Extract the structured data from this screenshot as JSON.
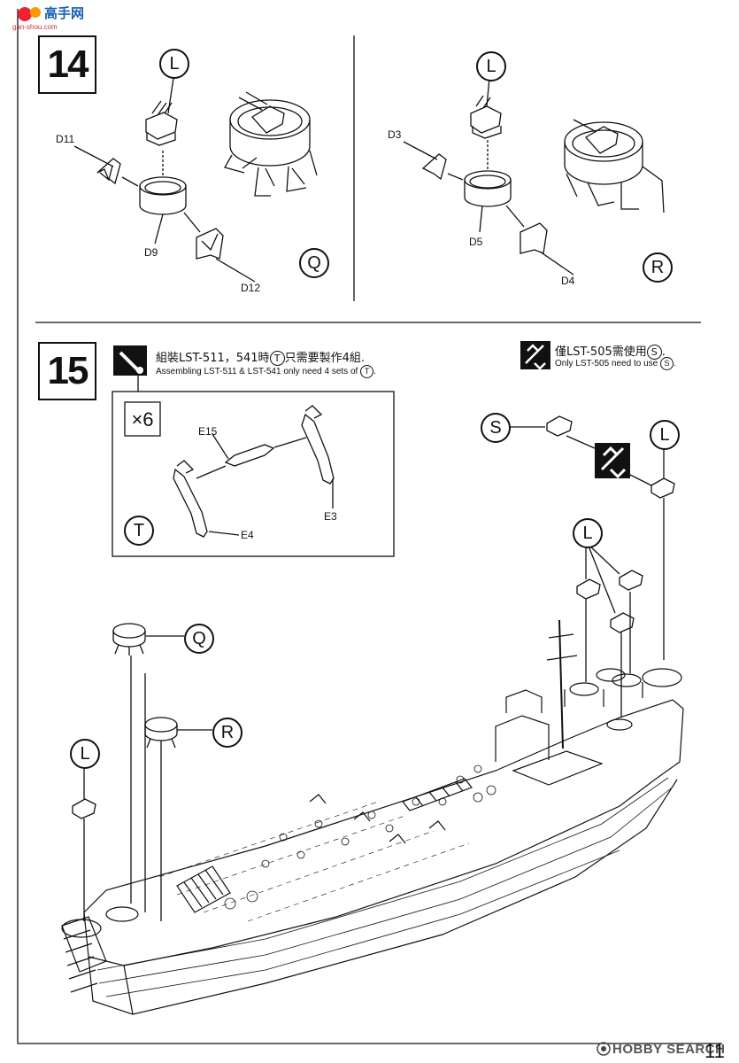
{
  "header": {
    "logo_text": "高手网",
    "logo_url_text": "gan-shou.com"
  },
  "step14": {
    "number": "14",
    "callout_L": "L",
    "left_parts": [
      "D11",
      "D9",
      "D12"
    ],
    "left_variant": "Q",
    "right_callout_L": "L",
    "right_parts": [
      "D3",
      "D5",
      "D4"
    ],
    "right_variant": "R"
  },
  "step15": {
    "number": "15",
    "note_cn_prefix": "組裝LST-511，541時",
    "note_cn_circle": "T",
    "note_cn_suffix": "只需要製作4組.",
    "note_en_prefix": "Assembling LST-511 & LST-541 only need 4 sets of",
    "note_en_circle": "T",
    "note_en_suffix": ".",
    "only_cn_prefix": "僅LST-505需使用",
    "only_cn_circle": "S",
    "only_cn_suffix": ".",
    "only_en_prefix": "Only LST-505 need to use",
    "only_en_circle": "S",
    "only_en_suffix": ".",
    "subassembly": {
      "multiplier": "×6",
      "parts": [
        "E15",
        "E3",
        "E4"
      ],
      "label": "T"
    },
    "callouts": [
      "S",
      "L",
      "L",
      "Q",
      "R",
      "L"
    ]
  },
  "footer": {
    "brand": "HOBBY SEARCH",
    "page_number": "11"
  }
}
